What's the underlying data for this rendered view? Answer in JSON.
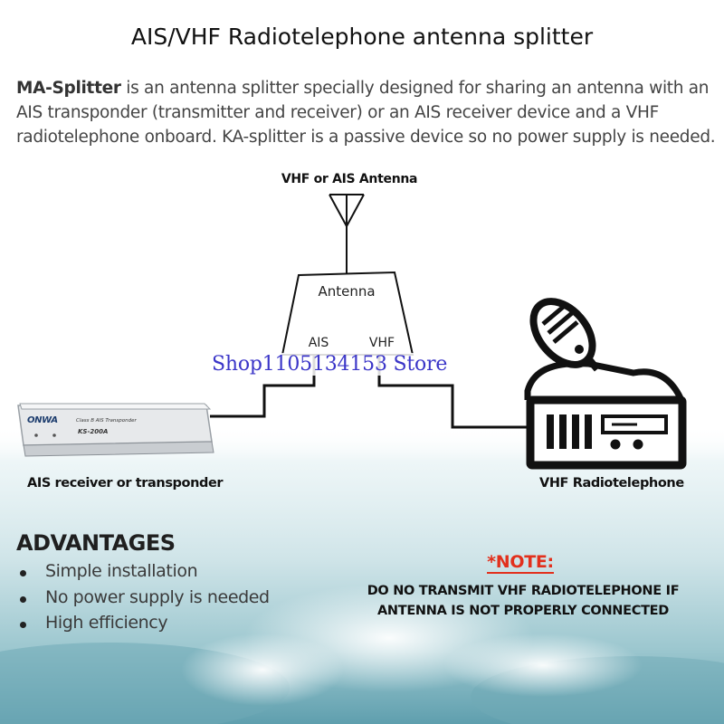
{
  "title": "AIS/VHF Radiotelephone antenna splitter",
  "intro": {
    "brand": "MA-Splitter",
    "text": " is an antenna splitter specially designed for sharing an antenna with an AIS transponder (transmitter and receiver) or an AIS receiver device and a VHF radiotelephone onboard. KA-splitter is a passive device so no power supply is needed."
  },
  "diagram": {
    "antenna_label": "VHF or AIS Antenna",
    "splitter": {
      "title": "Antenna",
      "port_ais": "AIS",
      "port_vhf": "VHF"
    },
    "left_device": {
      "caption": "AIS receiver or transponder",
      "brand": "ONWA",
      "subtitle": "Class B AIS Transponder",
      "model": "KS-200A"
    },
    "right_device": {
      "caption": "VHF Radiotelephone"
    }
  },
  "watermark": "Shop1105134153 Store",
  "advantages": {
    "title": "ADVANTAGES",
    "items": [
      "Simple installation",
      "No power supply is needed",
      "High efficiency"
    ]
  },
  "note": {
    "title": "*NOTE:",
    "lines": [
      "DO NO TRANSMIT VHF RADIOTELEPHONE IF",
      "ANTENNA IS NOT PROPERLY CONNECTED"
    ]
  },
  "colors": {
    "note_red": "#e2301c",
    "watermark_blue": "#3b36c8",
    "water_teal": "#7fb8c4"
  }
}
